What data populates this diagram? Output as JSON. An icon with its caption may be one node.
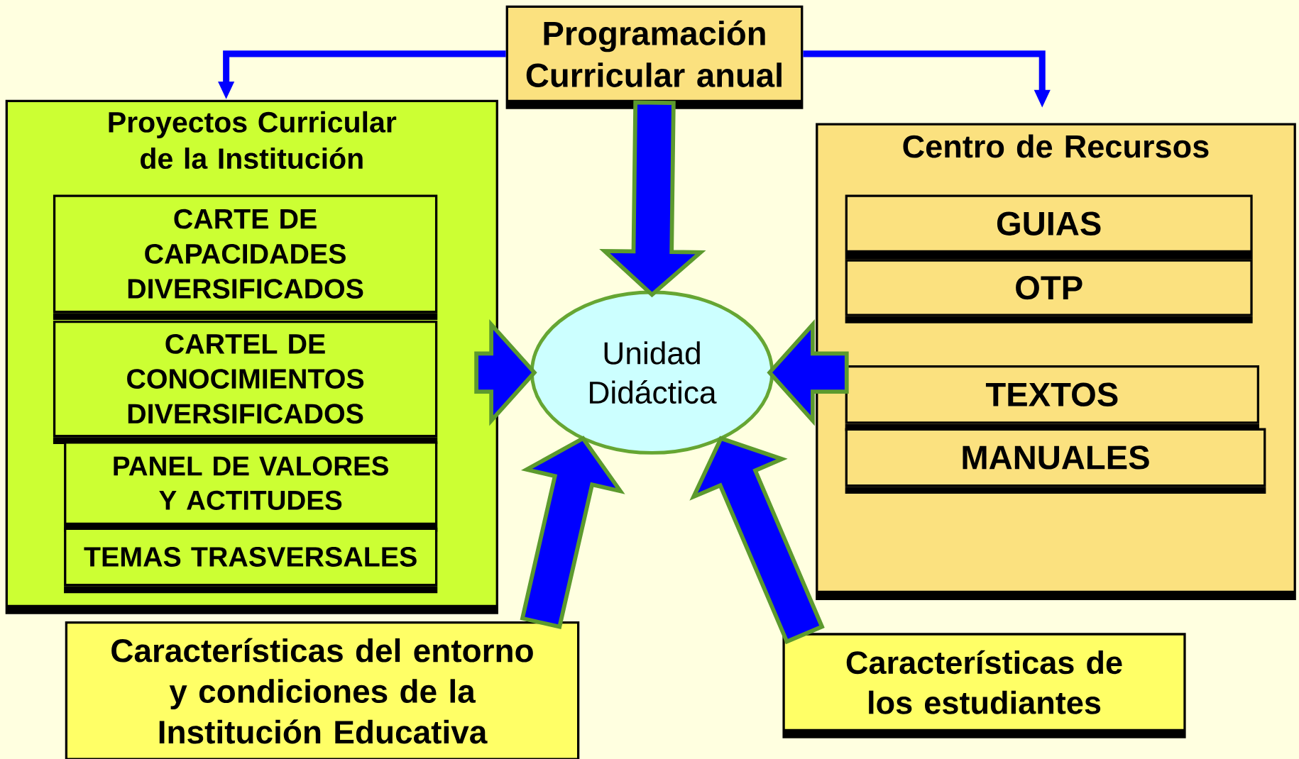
{
  "diagram": {
    "nodes": [
      {
        "text": [
          "Programación Curricular anual"
        ]
      },
      {
        "text": [
          "Proyectos Curricular de la Institución"
        ]
      },
      {
        "text": [
          "CARTE DE CAPACIDADES DIVERSIFICADOS"
        ],
        "in": 1
      },
      {
        "text": [
          "CARTEL DE CONOCIMIENTOS DIVERSIFICADOS"
        ],
        "in": 1
      },
      {
        "text": [
          "PANEL DE VALORES Y ACTITUDES"
        ],
        "in": 1
      },
      {
        "text": [
          "TEMAS TRASVERSALES"
        ],
        "in": 1
      },
      {
        "text": [
          "Centro de Recursos"
        ]
      },
      {
        "text": [
          "GUIAS"
        ],
        "in": 6
      },
      {
        "text": [
          "OTP"
        ],
        "in": 6
      },
      {
        "text": [
          "TEXTOS"
        ],
        "in": 6
      },
      {
        "text": [
          "MANUALES"
        ],
        "in": 6
      },
      {
        "text": [
          "Unidad Didáctica"
        ]
      },
      {
        "text": [
          "Características del entorno y condiciones de la Institución Educativa"
        ]
      },
      {
        "text": [
          "Características de los estudiantes"
        ]
      }
    ],
    "edges": [
      {
        "from": 0,
        "to": 1,
        "arrow": "to",
        "color": "#0000ff"
      },
      {
        "from": 0,
        "to": 6,
        "arrow": "to",
        "color": "#0000ff"
      },
      {
        "from": 0,
        "to": 11,
        "arrow": "to",
        "style": "thick"
      },
      {
        "from": 1,
        "to": 11,
        "arrow": "to",
        "style": "thick"
      },
      {
        "from": 6,
        "to": 11,
        "arrow": "to",
        "style": "thick"
      },
      {
        "from": 12,
        "to": 11,
        "arrow": "to",
        "style": "thick"
      },
      {
        "from": 13,
        "to": 11,
        "arrow": "to",
        "style": "thick"
      }
    ]
  }
}
